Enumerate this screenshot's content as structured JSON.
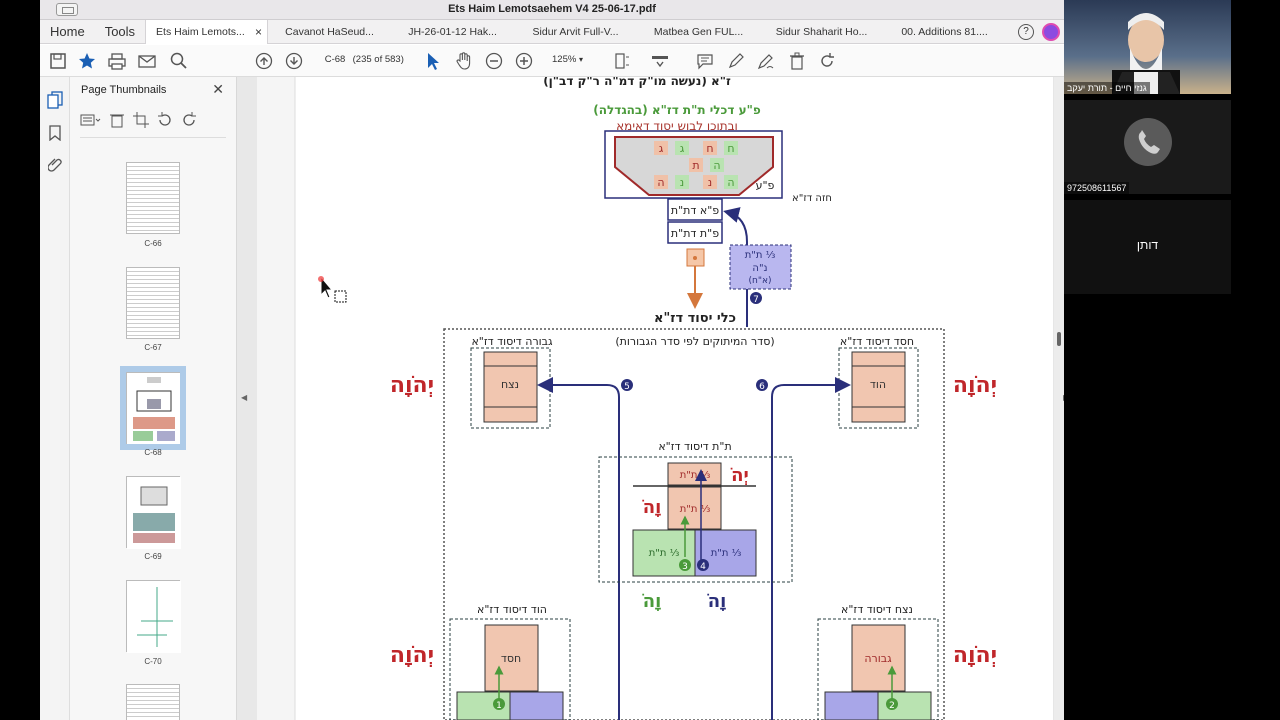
{
  "window": {
    "title": "Ets Haim Lemotsaehem V4 25-06-17.pdf"
  },
  "menu": {
    "home": "Home",
    "tools": "Tools"
  },
  "tabs": [
    {
      "label": "Ets Haim Lemots...",
      "active": true
    },
    {
      "label": "Cavanot HaSeud..."
    },
    {
      "label": "JH-26-01-12 Hak..."
    },
    {
      "label": "Sidur Arvit Full-V..."
    },
    {
      "label": "Matbea Gen FUL..."
    },
    {
      "label": "Sidur Shaharit Ho..."
    },
    {
      "label": "00. Additions 81...."
    }
  ],
  "toolbar": {
    "page_current": "C-68",
    "page_count": "(235 of 583)",
    "zoom": "125%",
    "help": "?"
  },
  "thumbnails": {
    "title": "Page Thumbnails",
    "pages": [
      {
        "label": "C-66"
      },
      {
        "label": "C-67"
      },
      {
        "label": "C-68",
        "selected": true
      },
      {
        "label": "C-69"
      },
      {
        "label": "C-70"
      }
    ]
  },
  "document": {
    "header": "ז\"א (נעשה מו\"ק דמ\"ה ר\"ק דב\"ן)",
    "top_green": "פ\"ע דכלי ת\"ת דז\"א (בהגדלה)",
    "top_red": "ובתוכו לבוש יסוד דאימא",
    "box_letters": [
      "ח",
      "ח",
      "ג",
      "ג",
      "ת",
      "ה",
      "נ",
      "נ",
      "ה"
    ],
    "pe_ayin": "פ\"ע",
    "haze": "חזה דז\"א",
    "pa_tat_top": "פ\"א דת\"ת",
    "pa_tat_bot": "פ\"ת דת\"ת",
    "purple_box": [
      "⅓ ת\"ת",
      "נ\"ה",
      "(א\"ח)"
    ],
    "keli_yesod": "כלי יסוד דז\"א",
    "order_label": "(סדר המיתוקים לפי סדר הגבורות)",
    "gevura_yesod": "גבורה דיסוד דז\"א",
    "hesed_yesod": "חסד דיסוד דז\"א",
    "netzach_box": "נצח",
    "hod_box": "הוד",
    "yhvh": "יְהֹוָה",
    "tat_yesod": "ת\"ת דיסוד דז\"א",
    "third": "⅓ ת\"ת",
    "yud_he": "יְהֹ",
    "vav_he": "וָהֹ",
    "vav_he2": "וָהֹ",
    "hod_yesod": "הוד דיסוד דז\"א",
    "netzach_yesod": "נצח דיסוד דז\"א",
    "hesed_box": "חסד",
    "gevura_box": "גבורה",
    "nums": [
      "1",
      "2",
      "3",
      "4",
      "5",
      "6",
      "7"
    ]
  },
  "participants": [
    {
      "name": "גנזי חיים - תורת יעקב"
    },
    {
      "name": "972508611567"
    },
    {
      "name": "דותן"
    }
  ],
  "colors": {
    "accent": "#1a5fb4",
    "hebrew_red": "#c0262a",
    "diagram_blue": "#2a2f7a",
    "green": "#4a9a3a",
    "salmon": "#f1c6b0",
    "purple": "#a8a6e8"
  }
}
